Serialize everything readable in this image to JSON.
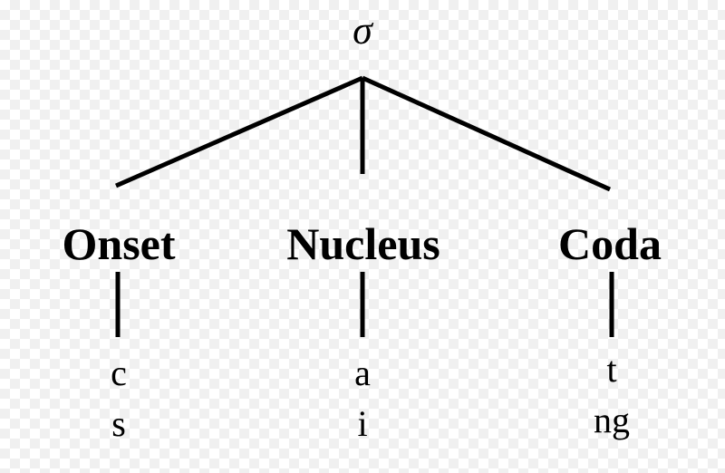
{
  "root": {
    "symbol": "σ"
  },
  "constituents": [
    {
      "label": "Onset",
      "segments": [
        "c",
        "s"
      ]
    },
    {
      "label": "Nucleus",
      "segments": [
        "a",
        "i"
      ]
    },
    {
      "label": "Coda",
      "segments": [
        "t",
        "ng"
      ]
    }
  ],
  "colors": {
    "ink": "#000000"
  }
}
